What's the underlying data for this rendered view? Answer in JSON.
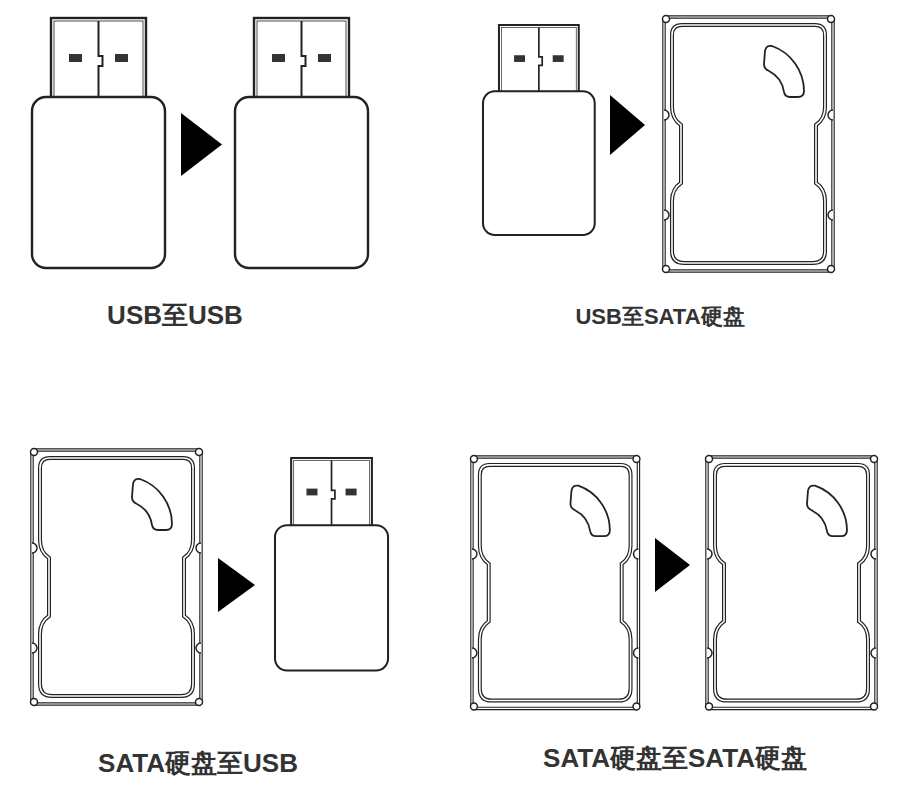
{
  "diagram": {
    "labels": [
      "USB至USB",
      "USB至SATA硬盘",
      "SATA硬盘至USB",
      "SATA硬盘至SATA硬盘"
    ]
  }
}
